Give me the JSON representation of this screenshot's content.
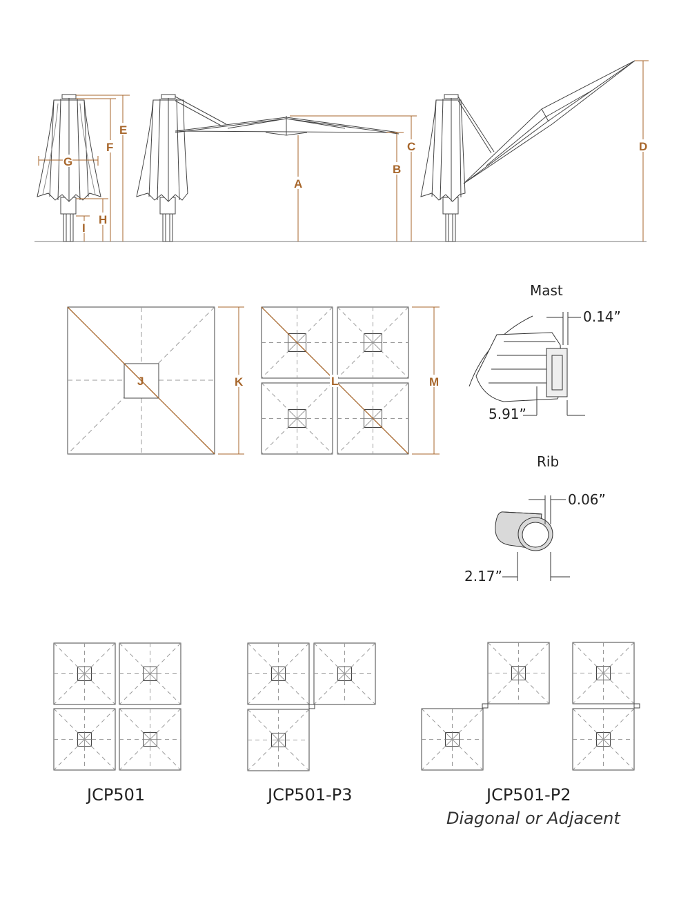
{
  "dimension_letters": {
    "a": "A",
    "b": "B",
    "c": "C",
    "d": "D",
    "e": "E",
    "f": "F",
    "g": "G",
    "h": "H",
    "i": "I",
    "j": "J",
    "k": "K",
    "l": "L",
    "m": "M"
  },
  "mast": {
    "title": "Mast",
    "wall": "0.14”",
    "width": "5.91”"
  },
  "rib": {
    "title": "Rib",
    "wall": "0.06”",
    "width": "2.17”"
  },
  "configurations": [
    {
      "name": "JCP501",
      "note": ""
    },
    {
      "name": "JCP501-P3",
      "note": ""
    },
    {
      "name": "JCP501-P2",
      "note": "Diagonal or Adjacent"
    }
  ],
  "colors": {
    "dimension": "#a7662b",
    "line": "#333333",
    "dash": "#9a9a9a",
    "fill": "#d9d9d9"
  }
}
